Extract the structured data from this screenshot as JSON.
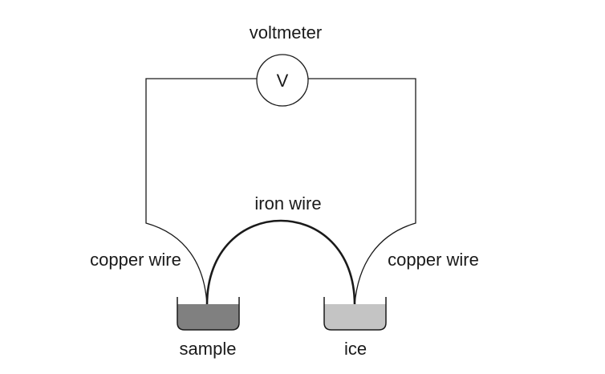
{
  "labels": {
    "voltmeter": "voltmeter",
    "meter_symbol": "V",
    "iron_wire": "iron wire",
    "copper_wire_left": "copper wire",
    "copper_wire_right": "copper wire",
    "sample": "sample",
    "ice": "ice"
  },
  "colors": {
    "sample_fill": "#808080",
    "ice_fill": "#c4c4c4",
    "line": "#1a1a1a"
  }
}
